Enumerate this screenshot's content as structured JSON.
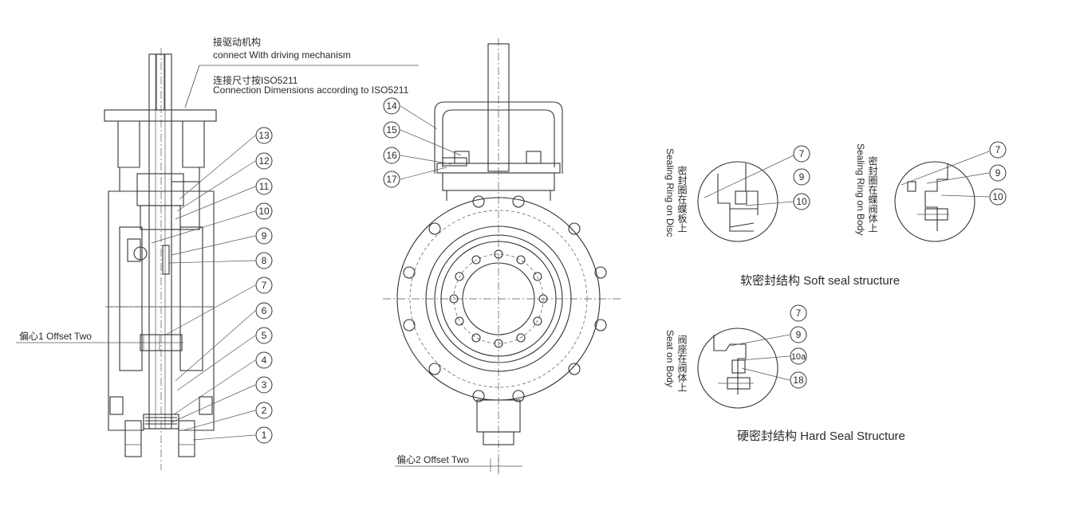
{
  "annotations": {
    "drive_cn": "接驱动机构",
    "drive_en": "connect With driving mechanism",
    "conn_cn": "连接尺寸按ISO5211",
    "conn_en": "Connection Dimensions according to ISO5211",
    "offset_one": "偏心1 Offset Two",
    "offset_two": "偏心2 Offset Two"
  },
  "part_numbers_side": [
    "13",
    "12",
    "11",
    "10",
    "9",
    "8",
    "7",
    "6",
    "5",
    "4",
    "3",
    "2",
    "1"
  ],
  "part_numbers_front": [
    "14",
    "15",
    "16",
    "17"
  ],
  "soft_seal": {
    "caption": "软密封结构 Soft seal structure",
    "disc_label_cn": "密封圈在蝶板上",
    "disc_label_en": "Sealing Ring on Disc",
    "body_label_cn": "密封圈在蝶阀体上",
    "body_label_en": "Sealing Ring on Body",
    "disc_callouts": [
      "7",
      "9",
      "10"
    ],
    "body_callouts": [
      "7",
      "9",
      "10"
    ]
  },
  "hard_seal": {
    "caption": "硬密封结构 Hard Seal Structure",
    "label_cn": "阀座在阀体上",
    "label_en": "Seat on Body",
    "callouts": [
      "7",
      "9",
      "10a",
      "18"
    ]
  }
}
